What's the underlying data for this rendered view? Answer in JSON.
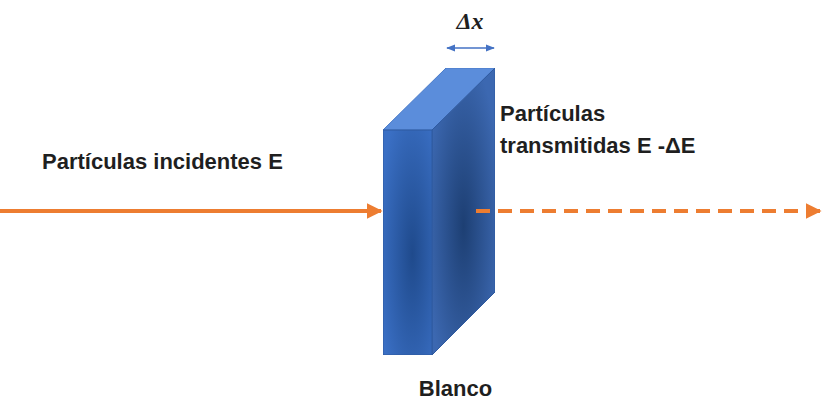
{
  "diagram": {
    "nodes": [
      {
        "text": [
          "Blanco"
        ]
      }
    ],
    "labels": [
      "Partículas incidentes E",
      "Partículas transmitidas E -ΔE",
      "Δx"
    ]
  }
}
